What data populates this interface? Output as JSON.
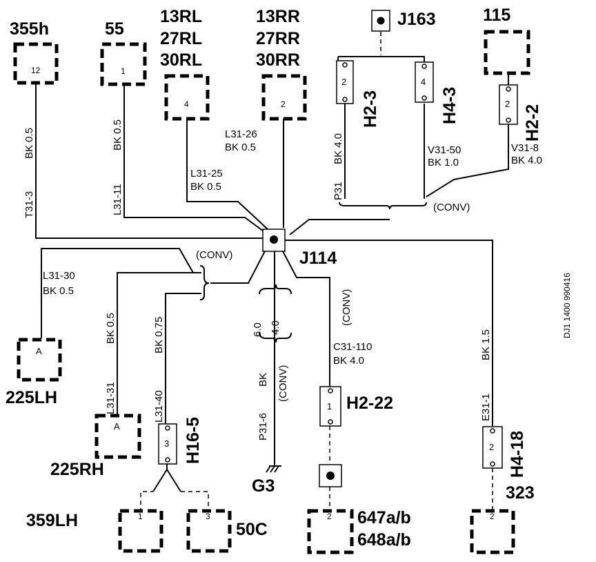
{
  "labels": {
    "c355h": "355h",
    "c55": "55",
    "rl1": "13RL",
    "rl2": "27RL",
    "rl3": "30RL",
    "rr1": "13RR",
    "rr2": "27RR",
    "rr3": "30RR",
    "j163": "J163",
    "c115": "115",
    "j114": "J114",
    "c225lh": "225LH",
    "c225rh": "225RH",
    "c359lh": "359LH",
    "c50c": "50C",
    "g3": "G3",
    "c647": "647a/b",
    "c648": "648a/b",
    "c323": "323",
    "h2_3": "H2-3",
    "h4_3": "H4-3",
    "h2_2": "H2-2",
    "h16_5": "H16-5",
    "h2_22": "H2-22",
    "h4_18": "H4-18",
    "conv": "(CONV)",
    "doc_id": "DJ1 1400   990416"
  },
  "pins": {
    "c355h": "12",
    "c55": "1",
    "rl": "4",
    "rr": "2",
    "h2_3": "2",
    "h4_3": "4",
    "h2_2": "2",
    "c225lh": "A",
    "c225rh": "A",
    "h16_5": "3",
    "c359lh": "1",
    "c50c": "3",
    "h2_22": "1",
    "c647": "2",
    "h4_18": "2",
    "c323": "2"
  },
  "wires": {
    "t31_3": "T31-3",
    "t31_3_spec": "BK 0.5",
    "l31_11": "L31-11",
    "l31_11_spec": "BK 0.5",
    "l31_25": "L31-25",
    "l31_25_spec": "BK 0.5",
    "l31_26": "L31-26",
    "l31_26_spec": "BK 0.5",
    "p31": "P31",
    "p31_spec": "BK 4.0",
    "v31_50": "V31-50",
    "v31_50_spec": "BK 1.0",
    "v31_8": "V31-8",
    "v31_8_spec": "BK 4.0",
    "l31_30": "L31-30",
    "l31_30_spec": "BK 0.5",
    "l31_31": "L31-31",
    "l31_31_spec": "BK 0.5",
    "l31_40": "L31-40",
    "l31_40_spec": "BK 0.75",
    "p31_6": "P31-6",
    "p31_6_color": "BK",
    "p31_6_size_a": "6.0",
    "p31_6_size_b": "4.0",
    "c31_110": "C31-110",
    "c31_110_spec": "BK 4.0",
    "e31_1": "E31-1",
    "e31_1_spec": "BK 1.5"
  }
}
